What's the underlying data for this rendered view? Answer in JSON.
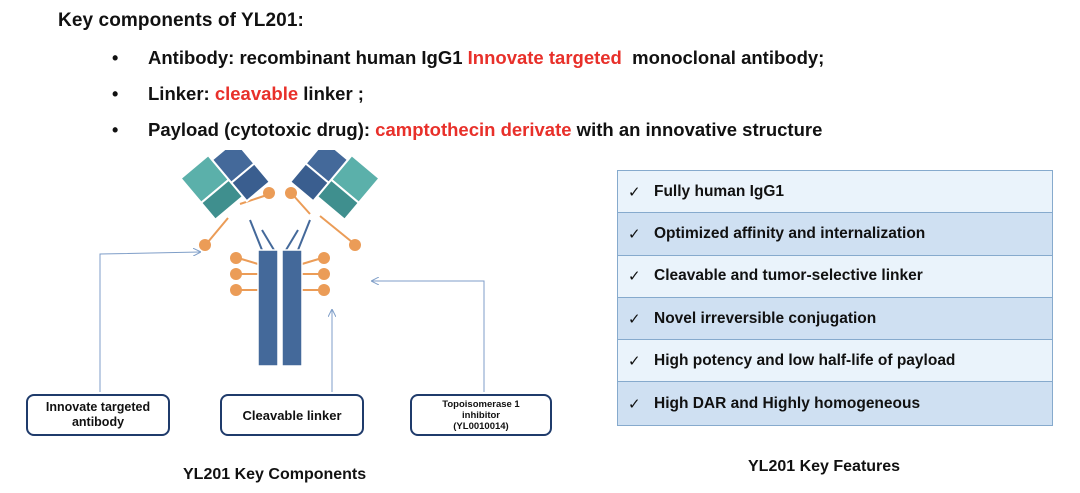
{
  "heading": "Key components of YL201:",
  "bullets": [
    {
      "pre": "Antibody: recombinant human IgG1 ",
      "highlight": "Innovate targeted",
      "post": "  monoclonal antibody;"
    },
    {
      "pre": "Linker: ",
      "highlight": "cleavable",
      "post": " linker ;"
    },
    {
      "pre": "Payload (cytotoxic drug): ",
      "highlight": "camptothecin derivate",
      "post": " with an innovative structure"
    }
  ],
  "diagram": {
    "labels": {
      "antibody": [
        "Innovate targeted",
        "antibody"
      ],
      "linker": "Cleavable linker",
      "payload": [
        "Topoisomerase 1",
        "inhibitor",
        "(YL0010014)"
      ]
    },
    "caption": "YL201 Key Components",
    "colors": {
      "heavy": "#44699a",
      "light": "#3f8f8e",
      "light_tip": "#5bb0aa",
      "payload": "#eb9c57",
      "arrow": "#7f9ec8",
      "box_border": "#1f3b6b"
    }
  },
  "features": {
    "items": [
      "Fully human IgG1",
      "Optimized affinity and internalization",
      "Cleavable and tumor-selective linker",
      "Novel irreversible conjugation",
      "High potency and low half-life of payload",
      "High DAR and Highly homogeneous"
    ],
    "check_symbol": "✓",
    "caption": "YL201 Key Features",
    "colors": {
      "light_row": "#eaf3fb",
      "dark_row": "#cfe0f2",
      "border": "#86aacd"
    }
  },
  "accent_color": "#e8302a"
}
